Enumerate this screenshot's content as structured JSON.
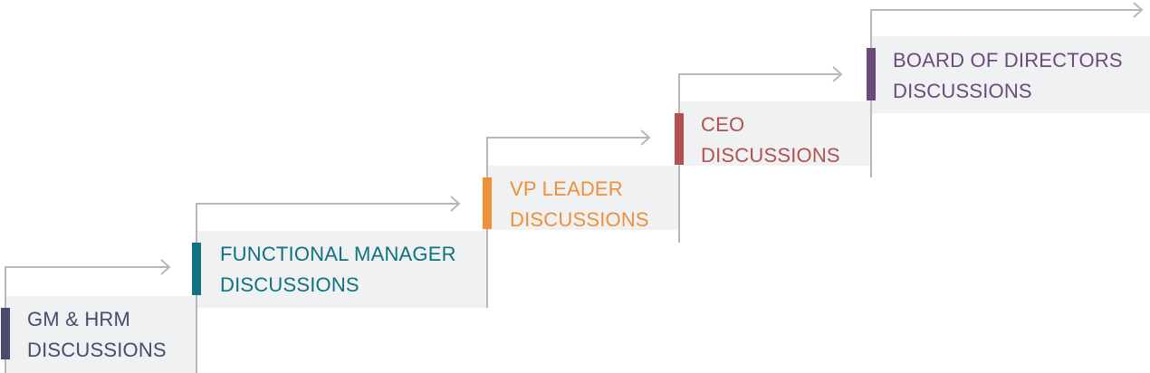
{
  "steps": [
    {
      "line1": "GM & HRM",
      "line2": "DISCUSSIONS",
      "color": "#474c6c"
    },
    {
      "line1": "FUNCTIONAL MANAGER",
      "line2": "DISCUSSIONS",
      "color": "#11717f"
    },
    {
      "line1": "VP LEADER",
      "line2": "DISCUSSIONS",
      "color": "#ef9038"
    },
    {
      "line1": "CEO",
      "line2": "DISCUSSIONS",
      "color": "#b4514e"
    },
    {
      "line1": "BOARD OF DIRECTORS",
      "line2": "DISCUSSIONS",
      "color": "#6d4a7d"
    }
  ],
  "line_color": "#b8b8b8"
}
